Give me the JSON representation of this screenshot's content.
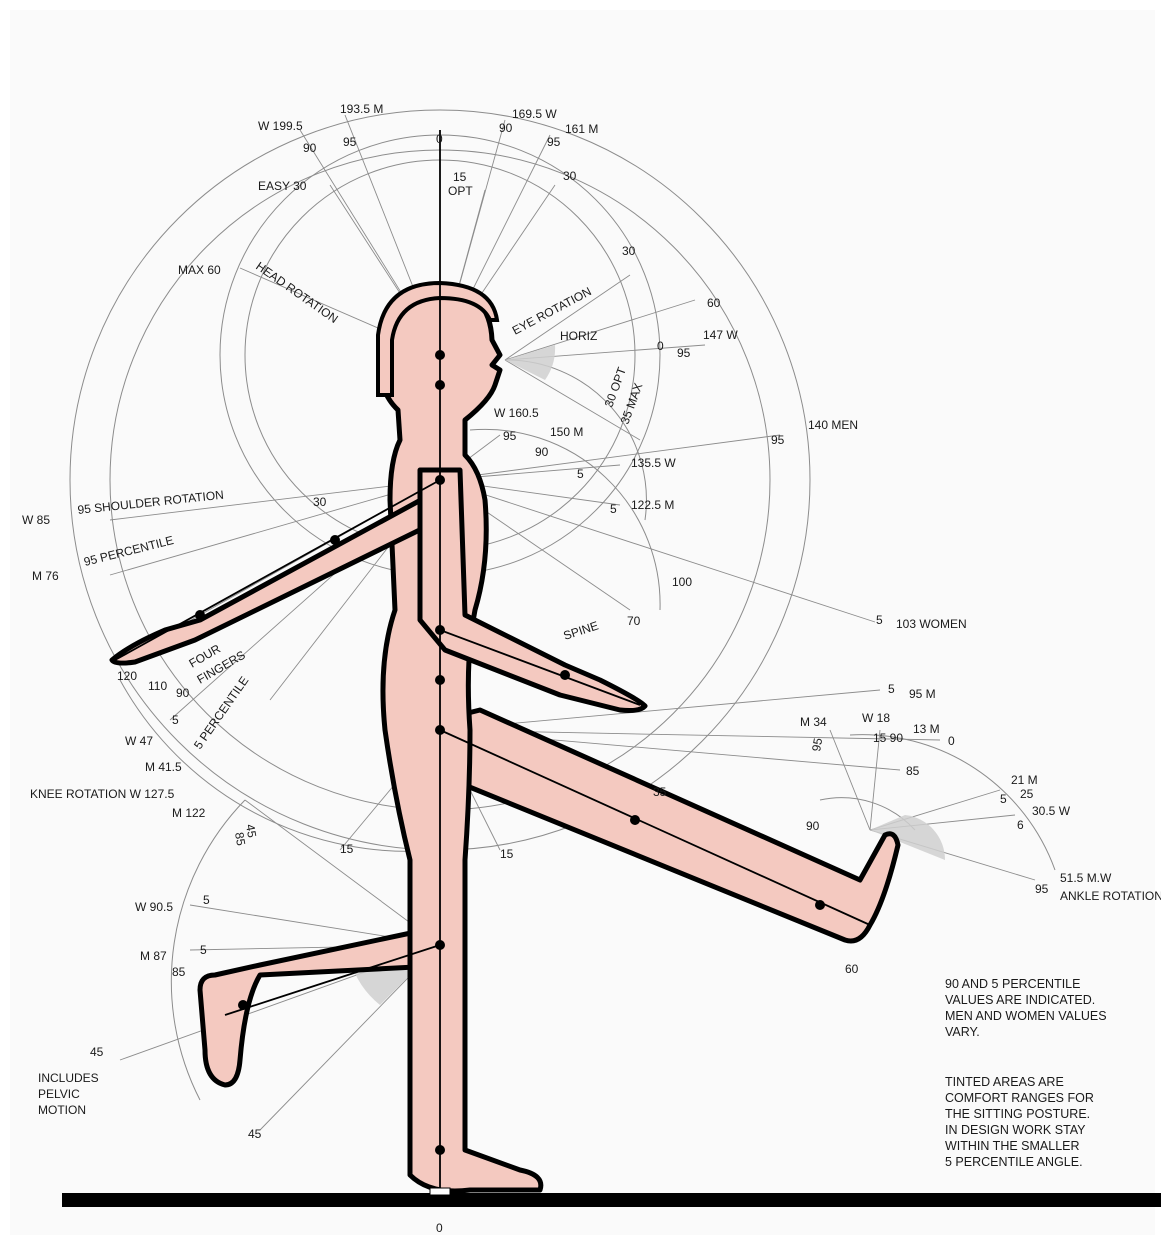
{
  "head": {
    "top_labels": [
      "W 199.5",
      "193.5  M",
      "169.5  W",
      "161  M",
      "0"
    ],
    "small_90": [
      "90",
      "95",
      "90",
      "95"
    ],
    "easy": "EASY 30",
    "opt_15": "15",
    "opt": "OPT",
    "right_30": "30",
    "max": "MAX 60",
    "head_rotation": "HEAD ROTATION"
  },
  "eye": {
    "eye_rotation": "EYE ROTATION",
    "v30": "30",
    "v60": "60",
    "w147": "147  W",
    "horiz": "HORIZ",
    "zero": "0",
    "opt_30": "30 OPT",
    "max_35": "35 MAX",
    "small_95": "95"
  },
  "shoulder": {
    "w160": "W 160.5",
    "m150": "150  M",
    "small_95": "95",
    "small_90": "90",
    "m140": "140  MEN",
    "v95": "95",
    "w135": "135.5  W",
    "v5a": "5",
    "m122": "122.5  M",
    "v5b": "5",
    "v30": "30",
    "shoulder_rotation": "95 SHOULDER ROTATION",
    "w85": "W 85",
    "percentile": "95 PERCENTILE",
    "m76": "M 76",
    "spine": "SPINE",
    "v100": "100",
    "v70": "70",
    "women": "103  WOMEN",
    "v5c": "5"
  },
  "hand": {
    "v120": "120",
    "v110": "110",
    "v90": "90",
    "four": "FOUR",
    "fingers": "FINGERS",
    "five_percentile": "5 PERCENTILE",
    "v5": "5",
    "w47": "W 47",
    "m41": "M 41.5"
  },
  "leg": {
    "m95": "95  M",
    "v5": "5",
    "m34": "M 34",
    "w18": "W 18",
    "m13": "13  M",
    "small": "15 90",
    "zero": "0",
    "v95": "95",
    "v85": "85",
    "m21": "21  M",
    "v25": "25",
    "v5b": "5",
    "w30": "30.5  W",
    "v6": "6",
    "v90": "90",
    "v35": "35",
    "mw51": "51.5  M.W",
    "ankle": "ANKLE ROTATION",
    "v95b": "95",
    "v60": "60",
    "v15a": "15",
    "v15b": "15"
  },
  "knee": {
    "knee_rotation": "KNEE ROTATION W 127.5",
    "m122": "M 122",
    "v45": "45",
    "v85": "85",
    "w90": "W 90.5",
    "v5a": "5",
    "m87": "M 87",
    "v5b": "5",
    "v85b": "85",
    "v45b": "45",
    "includes": "INCLUDES",
    "pelvic": "PELVIC",
    "motion": "MOTION",
    "v45c": "45"
  },
  "bottom_zero": "0",
  "notes": {
    "n1": [
      "90 AND 5 PERCENTILE",
      "VALUES ARE INDICATED.",
      "MEN AND WOMEN VALUES",
      "VARY."
    ],
    "n2": [
      "TINTED AREAS ARE",
      "COMFORT RANGES FOR",
      "THE SITTING POSTURE.",
      "IN DESIGN WORK STAY",
      "WITHIN THE SMALLER",
      "5 PERCENTILE ANGLE."
    ]
  },
  "colors": {
    "skin": "#f4c9c0",
    "outline": "#000000",
    "guide": "#8c8c8c",
    "comfort": "#cfcfcf"
  }
}
